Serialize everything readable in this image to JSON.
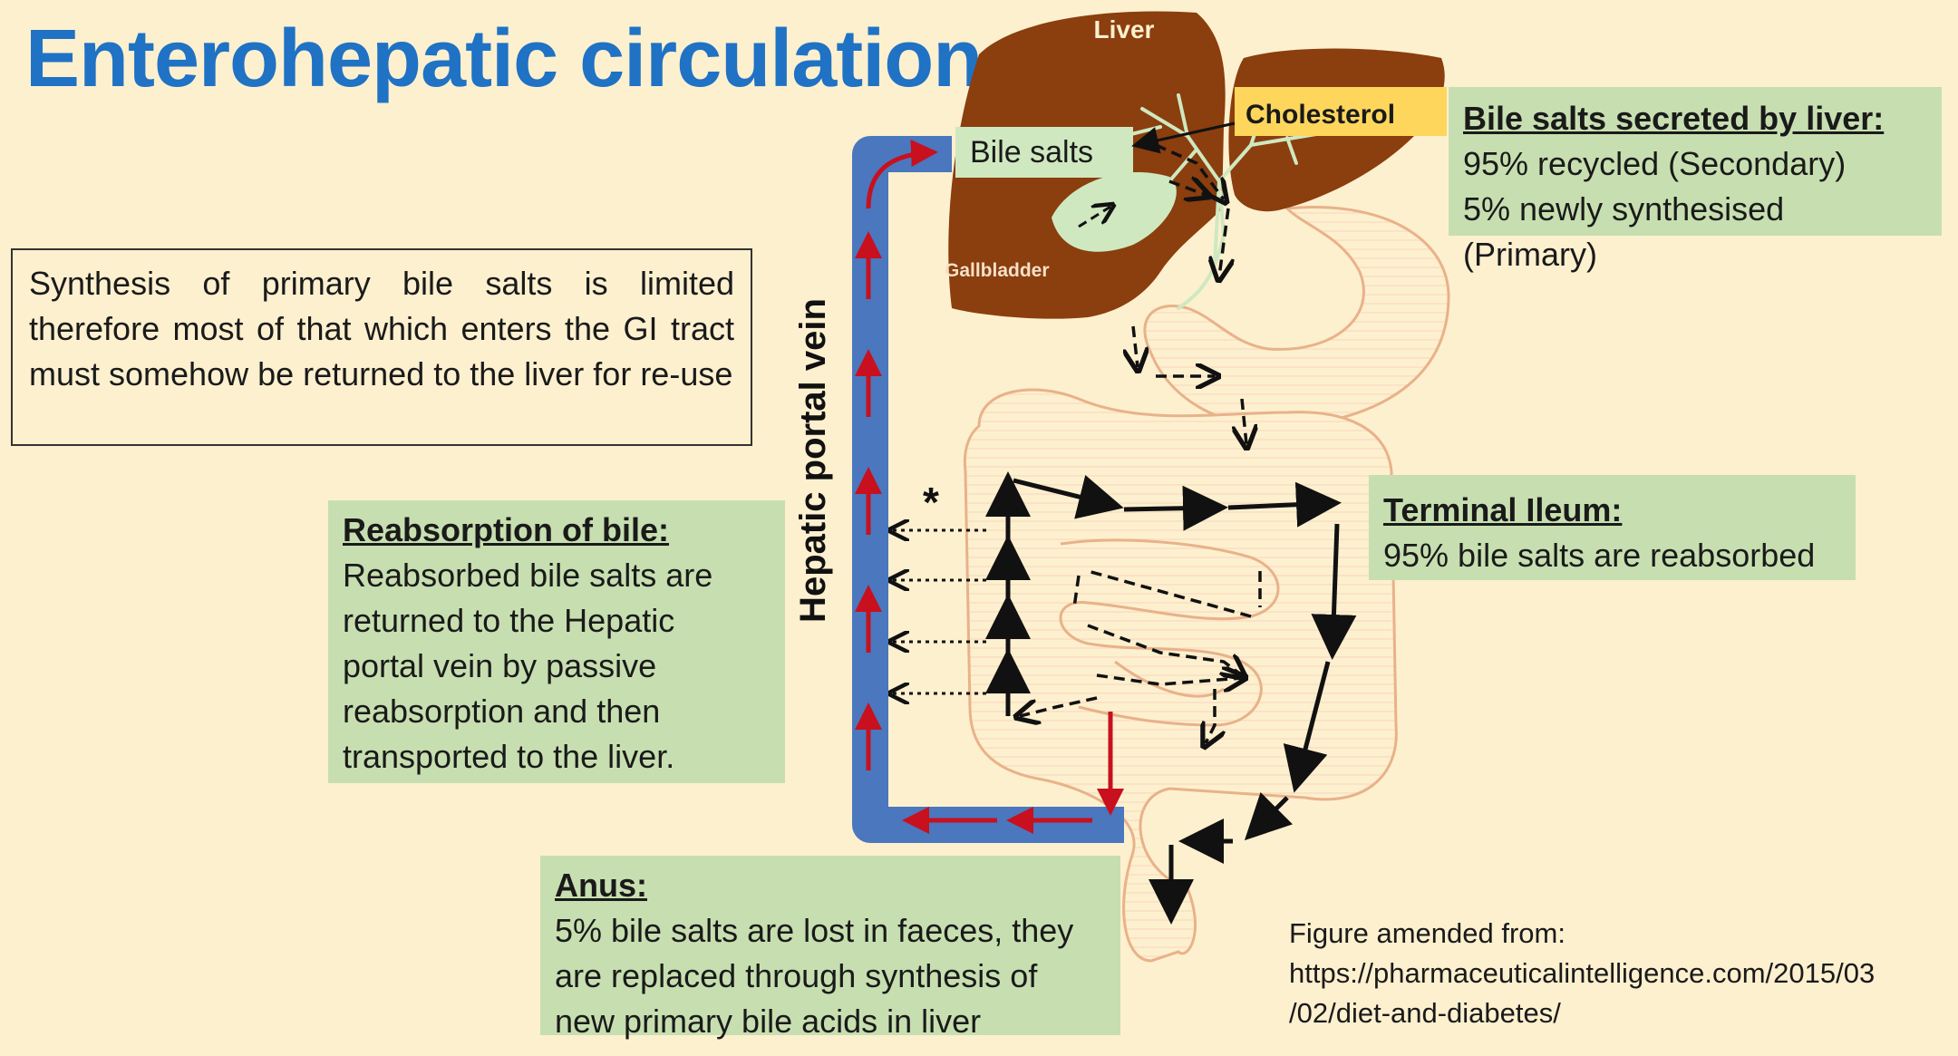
{
  "title": "Enterohepatic circulation",
  "diagram_labels": {
    "liver": "Liver",
    "cholesterol": "Cholesterol",
    "bile_salts": "Bile salts",
    "gallbladder": "Gallbladder",
    "hepatic_portal_vein": "Hepatic portal vein",
    "asterisk": "*"
  },
  "synthesis_note": "Synthesis of primary bile salts is limited therefore most of that which enters the GI tract must somehow be returned to the liver for re-use",
  "bile_secreted": {
    "heading": "Bile salts secreted by liver:",
    "lines": [
      "95% recycled (Secondary)",
      "5% newly synthesised (Primary)"
    ]
  },
  "terminal_ileum": {
    "heading": "Terminal Ileum:",
    "lines": [
      "95% bile salts are reabsorbed"
    ]
  },
  "reabsorption": {
    "heading": "Reabsorption of bile:",
    "lines": [
      "Reabsorbed bile salts are",
      "returned to the Hepatic",
      "portal vein by passive",
      "reabsorption and then",
      "transported to the liver."
    ]
  },
  "anus": {
    "heading": "Anus:",
    "lines": [
      "5% bile salts are lost in faeces, they",
      "are replaced through synthesis of",
      "new primary bile acids in liver"
    ]
  },
  "figure_source": {
    "lines": [
      "Figure amended from:",
      "https://pharmaceuticalintelligence.com/2015/03",
      "/02/diet-and-diabetes/"
    ]
  },
  "colors": {
    "title": "#1f72c4",
    "background": "#fdf0cf",
    "box_green": "#c7dfb0",
    "liver_brown": "#8b3e0e",
    "portal_vein_blue": "#4a77be",
    "arrow_red": "#c8101e",
    "cholesterol_label": "#fed65c",
    "intestine_outline": "#e8b28a"
  }
}
